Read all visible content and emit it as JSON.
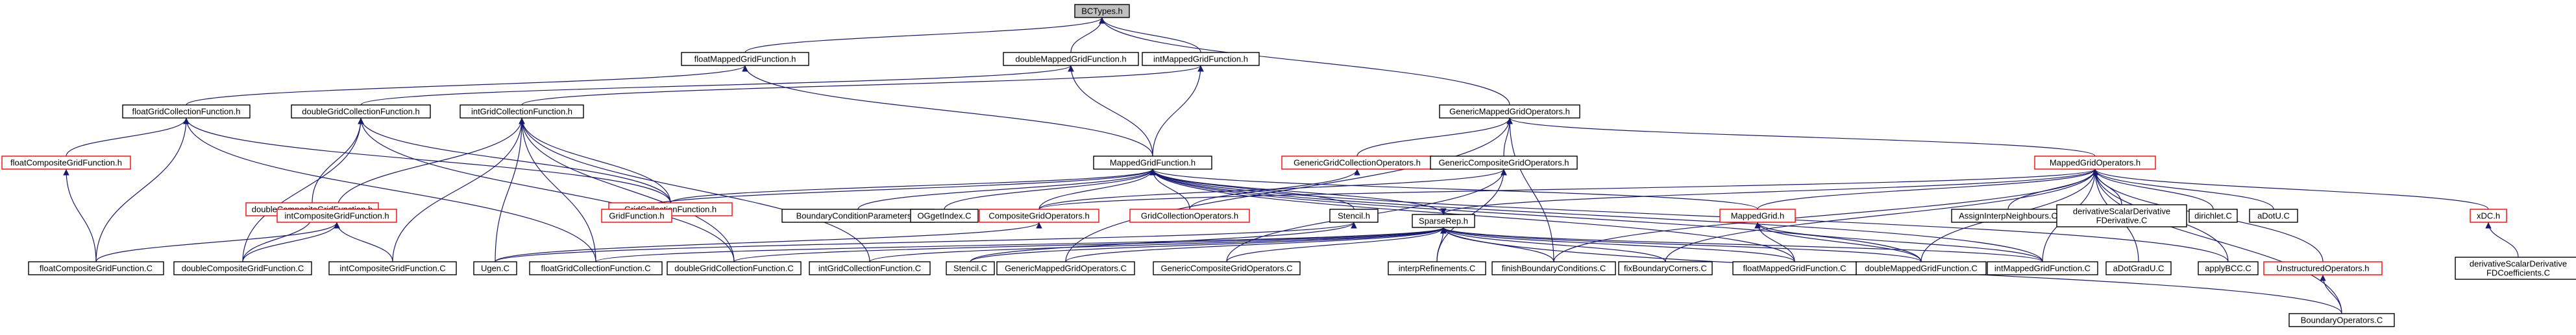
{
  "colors": {
    "edge": "#191970",
    "root_fill": "#bfbfbf",
    "normal_border": "#000000",
    "red_border": "#ff0000",
    "text": "#000000",
    "background": "#ffffff"
  },
  "nodes": [
    {
      "id": "bctypes",
      "label": "BCTypes.h",
      "style": "root"
    },
    {
      "id": "floatmgf",
      "label": "floatMappedGridFunction.h",
      "style": "normal"
    },
    {
      "id": "doublemgf",
      "label": "doubleMappedGridFunction.h",
      "style": "normal"
    },
    {
      "id": "intmgf",
      "label": "intMappedGridFunction.h",
      "style": "normal"
    },
    {
      "id": "genericmgo",
      "label": "GenericMappedGridOperators.h",
      "style": "normal"
    },
    {
      "id": "floatgcf",
      "label": "floatGridCollectionFunction.h",
      "style": "normal"
    },
    {
      "id": "doublegcf",
      "label": "doubleGridCollectionFunction.h",
      "style": "normal"
    },
    {
      "id": "intgcf",
      "label": "intGridCollectionFunction.h",
      "style": "normal"
    },
    {
      "id": "floatcgf",
      "label": "floatCompositeGridFunction.h",
      "style": "red"
    },
    {
      "id": "doublecgf",
      "label": "doubleCompositeGridFunction.h",
      "style": "red"
    },
    {
      "id": "gcf",
      "label": "GridCollectionFunction.h",
      "style": "red"
    },
    {
      "id": "mgf",
      "label": "MappedGridFunction.h",
      "style": "normal"
    },
    {
      "id": "ggco",
      "label": "GenericGridCollectionOperators.h",
      "style": "red"
    },
    {
      "id": "gcgo",
      "label": "GenericCompositeGridOperators.h",
      "style": "normal"
    },
    {
      "id": "mgo",
      "label": "MappedGridOperators.h",
      "style": "red"
    },
    {
      "id": "intcgf",
      "label": "intCompositeGridFunction.h",
      "style": "red"
    },
    {
      "id": "gridfunction",
      "label": "GridFunction.h",
      "style": "red"
    },
    {
      "id": "bcparams",
      "label": "BoundaryConditionParameters.C",
      "style": "normal"
    },
    {
      "id": "ogetindex",
      "label": "OGgetIndex.C",
      "style": "normal"
    },
    {
      "id": "cgo",
      "label": "CompositeGridOperators.h",
      "style": "red"
    },
    {
      "id": "gco",
      "label": "GridCollectionOperators.h",
      "style": "red"
    },
    {
      "id": "stencilh",
      "label": "Stencil.h",
      "style": "normal"
    },
    {
      "id": "sparserep",
      "label": "SparseRep.h",
      "style": "normal"
    },
    {
      "id": "mappedgrid",
      "label": "MappedGrid.h",
      "style": "red"
    },
    {
      "id": "assigninterp",
      "label": "AssignInterpNeighbours.C",
      "style": "normal"
    },
    {
      "id": "dsdfd",
      "label": "derivativeScalarDerivative\nFDerivative.C",
      "style": "normal"
    },
    {
      "id": "dirichlet",
      "label": "dirichlet.C",
      "style": "normal"
    },
    {
      "id": "adotu",
      "label": "aDotU.C",
      "style": "normal"
    },
    {
      "id": "xdc",
      "label": "xDC.h",
      "style": "red"
    },
    {
      "id": "floatcgfc",
      "label": "floatCompositeGridFunction.C",
      "style": "normal"
    },
    {
      "id": "doublecgfc",
      "label": "doubleCompositeGridFunction.C",
      "style": "normal"
    },
    {
      "id": "intcgfc",
      "label": "intCompositeGridFunction.C",
      "style": "normal"
    },
    {
      "id": "ugen",
      "label": "Ugen.C",
      "style": "normal"
    },
    {
      "id": "floatgcfc",
      "label": "floatGridCollectionFunction.C",
      "style": "normal"
    },
    {
      "id": "doublegcfc",
      "label": "doubleGridCollectionFunction.C",
      "style": "normal"
    },
    {
      "id": "intgcfc",
      "label": "intGridCollectionFunction.C",
      "style": "normal"
    },
    {
      "id": "stencilc",
      "label": "Stencil.C",
      "style": "normal"
    },
    {
      "id": "genericmgoc",
      "label": "GenericMappedGridOperators.C",
      "style": "normal"
    },
    {
      "id": "genericcgoc",
      "label": "GenericCompositeGridOperators.C",
      "style": "normal"
    },
    {
      "id": "interprefine",
      "label": "interpRefinements.C",
      "style": "normal"
    },
    {
      "id": "finishbc",
      "label": "finishBoundaryConditions.C",
      "style": "normal"
    },
    {
      "id": "fixbc",
      "label": "fixBoundaryCorners.C",
      "style": "normal"
    },
    {
      "id": "floatmgfc",
      "label": "floatMappedGridFunction.C",
      "style": "normal"
    },
    {
      "id": "doublemgfc",
      "label": "doubleMappedGridFunction.C",
      "style": "normal"
    },
    {
      "id": "intmgfc",
      "label": "intMappedGridFunction.C",
      "style": "normal"
    },
    {
      "id": "adotgradu",
      "label": "aDotGradU.C",
      "style": "normal"
    },
    {
      "id": "applybcc",
      "label": "applyBCC.C",
      "style": "normal"
    },
    {
      "id": "unstructops",
      "label": "UnstructuredOperators.h",
      "style": "red"
    },
    {
      "id": "dsdfc",
      "label": "derivativeScalarDerivative\nFDCoefficients.C",
      "style": "normal"
    },
    {
      "id": "boundaryops",
      "label": "BoundaryOperators.C",
      "style": "normal"
    }
  ],
  "edges": [
    [
      "floatmgf",
      "bctypes"
    ],
    [
      "doublemgf",
      "bctypes"
    ],
    [
      "intmgf",
      "bctypes"
    ],
    [
      "genericmgo",
      "bctypes"
    ],
    [
      "floatgcf",
      "floatmgf"
    ],
    [
      "doublegcf",
      "doublemgf"
    ],
    [
      "intgcf",
      "intmgf"
    ],
    [
      "mgf",
      "floatmgf"
    ],
    [
      "mgf",
      "doublemgf"
    ],
    [
      "mgf",
      "intmgf"
    ],
    [
      "floatcgf",
      "floatgcf"
    ],
    [
      "floatcgfc",
      "floatcgf"
    ],
    [
      "floatcgfc",
      "floatgcf"
    ],
    [
      "doublecgf",
      "doublegcf"
    ],
    [
      "doublecgfc",
      "doublecgf"
    ],
    [
      "doublecgfc",
      "doublegcf"
    ],
    [
      "intcgf",
      "intgcf"
    ],
    [
      "intcgfc",
      "intcgf"
    ],
    [
      "intcgfc",
      "intgcf"
    ],
    [
      "floatcgfc",
      "intcgf"
    ],
    [
      "doublecgfc",
      "intcgf"
    ],
    [
      "gcf",
      "floatgcf"
    ],
    [
      "gcf",
      "doublegcf"
    ],
    [
      "gcf",
      "intgcf"
    ],
    [
      "gcf",
      "mgf"
    ],
    [
      "gridfunction",
      "gcf"
    ],
    [
      "floatgcfc",
      "floatgcf"
    ],
    [
      "doublegcfc",
      "doublegcf"
    ],
    [
      "intgcfc",
      "intgcf"
    ],
    [
      "floatgcfc",
      "intgcf"
    ],
    [
      "doublegcfc",
      "intgcf"
    ],
    [
      "ugen",
      "intgcf"
    ],
    [
      "mgo",
      "genericmgo"
    ],
    [
      "ggco",
      "genericmgo"
    ],
    [
      "gcgo",
      "genericmgo"
    ],
    [
      "genericmgoc",
      "genericmgo"
    ],
    [
      "genericcgoc",
      "gcgo"
    ],
    [
      "gco",
      "ggco"
    ],
    [
      "cgo",
      "gcgo"
    ],
    [
      "gridfunction",
      "mgf"
    ],
    [
      "bcparams",
      "mgf"
    ],
    [
      "ogetindex",
      "mgf"
    ],
    [
      "cgo",
      "mgf"
    ],
    [
      "gco",
      "mgf"
    ],
    [
      "stencilh",
      "mgf"
    ],
    [
      "sparserep",
      "mgf"
    ],
    [
      "mappedgrid",
      "mgf"
    ],
    [
      "floatmgfc",
      "mgf"
    ],
    [
      "doublemgfc",
      "mgf"
    ],
    [
      "intmgfc",
      "mgf"
    ],
    [
      "applybcc",
      "mgf"
    ],
    [
      "stencilc",
      "stencilh"
    ],
    [
      "ugen",
      "stencilh"
    ],
    [
      "floatgcfc",
      "sparserep"
    ],
    [
      "doublegcfc",
      "sparserep"
    ],
    [
      "intgcfc",
      "sparserep"
    ],
    [
      "stencilc",
      "sparserep"
    ],
    [
      "genericmgoc",
      "sparserep"
    ],
    [
      "genericcgoc",
      "sparserep"
    ],
    [
      "interprefine",
      "sparserep"
    ],
    [
      "finishbc",
      "sparserep"
    ],
    [
      "fixbc",
      "sparserep"
    ],
    [
      "floatmgfc",
      "sparserep"
    ],
    [
      "doublemgfc",
      "sparserep"
    ],
    [
      "intmgfc",
      "sparserep"
    ],
    [
      "boundaryops",
      "sparserep"
    ],
    [
      "mgo",
      "sparserep"
    ],
    [
      "floatmgfc",
      "mappedgrid"
    ],
    [
      "doublemgfc",
      "mappedgrid"
    ],
    [
      "intmgfc",
      "mappedgrid"
    ],
    [
      "mappedgrid",
      "mgo"
    ],
    [
      "assigninterp",
      "mgo"
    ],
    [
      "dsdfd",
      "mgo"
    ],
    [
      "dirichlet",
      "mgo"
    ],
    [
      "adotu",
      "mgo"
    ],
    [
      "xdc",
      "mgo"
    ],
    [
      "adotgradu",
      "mgo"
    ],
    [
      "applybcc",
      "mgo"
    ],
    [
      "unstructops",
      "mgo"
    ],
    [
      "boundaryops",
      "mgo"
    ],
    [
      "finishbc",
      "mgo"
    ],
    [
      "fixbc",
      "mgo"
    ],
    [
      "doublemgfc",
      "mgo"
    ],
    [
      "intmgfc",
      "mgo"
    ],
    [
      "cgo",
      "mgo"
    ],
    [
      "dsdfc",
      "xdc"
    ],
    [
      "boundaryops",
      "unstructops"
    ],
    [
      "ugen",
      "cgo"
    ],
    [
      "interprefine",
      "gcgo"
    ],
    [
      "finishbc",
      "genericmgo"
    ]
  ]
}
